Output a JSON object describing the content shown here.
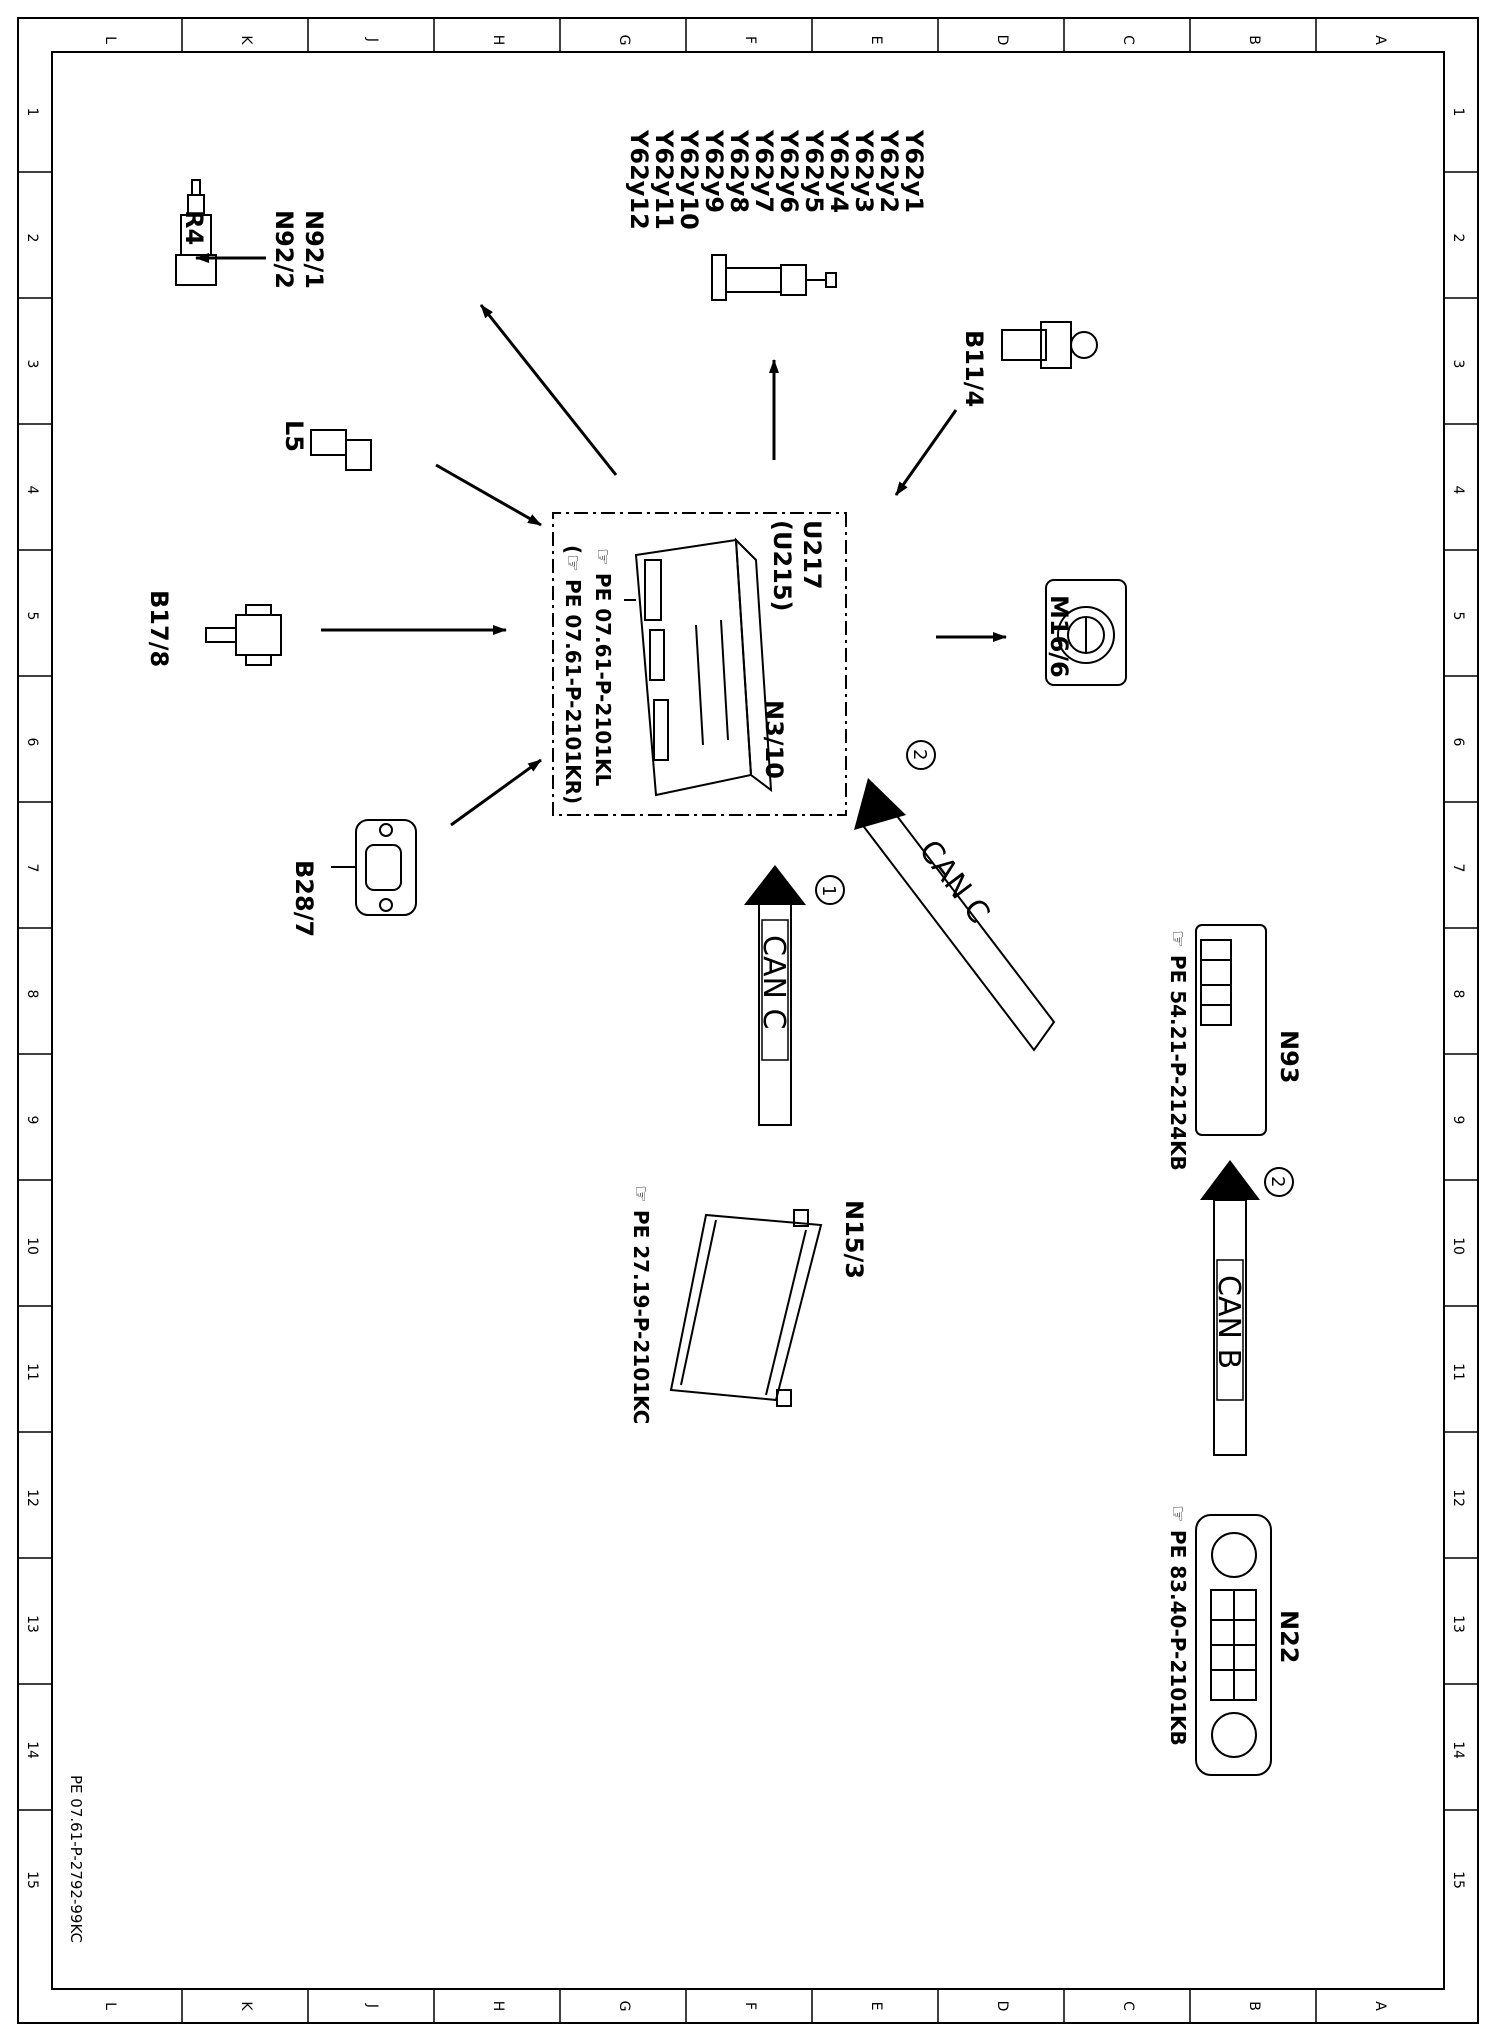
{
  "drawing_number": "PE 07.61-P-2792-99KC",
  "ruler": {
    "numbers": [
      "1",
      "2",
      "3",
      "4",
      "5",
      "6",
      "7",
      "8",
      "9",
      "10",
      "11",
      "12",
      "13",
      "14",
      "15"
    ],
    "letters": [
      "L",
      "K",
      "J",
      "H",
      "G",
      "F",
      "E",
      "D",
      "C",
      "B",
      "A"
    ]
  },
  "components": {
    "y62": [
      "Y62y1",
      "Y62y2",
      "Y62y3",
      "Y62y4",
      "Y62y5",
      "Y62y6",
      "Y62y7",
      "Y62y8",
      "Y62y9",
      "Y62y10",
      "Y62y11",
      "Y62y12"
    ],
    "r4": "R4",
    "n92_1": "N92/1",
    "n92_2": "N92/2",
    "b11_4": "B11/4",
    "l5": "L5",
    "b17_8": "B17/8",
    "b28_7": "B28/7",
    "m16_6": "M16/6",
    "u217": "U217",
    "u215": "(U215)",
    "n3_10": "N3/10",
    "n3_10_ref1": "PE  07.61-P-2101KL",
    "n3_10_ref2": "(☞ PE  07.61-P-2101KR)",
    "n15_3": "N15/3",
    "n15_3_ref": "PE  27.19-P-2101KC",
    "n93": "N93",
    "n93_ref": "PE  54.21-P-2124KB",
    "n22": "N22",
    "n22_ref": "PE  83.40-P-2101KB"
  },
  "bus": {
    "can_c_1": "CAN C",
    "can_c_2": "CAN C",
    "can_b": "CAN B",
    "marker_1": "1",
    "marker_2a": "2",
    "marker_2b": "2"
  }
}
